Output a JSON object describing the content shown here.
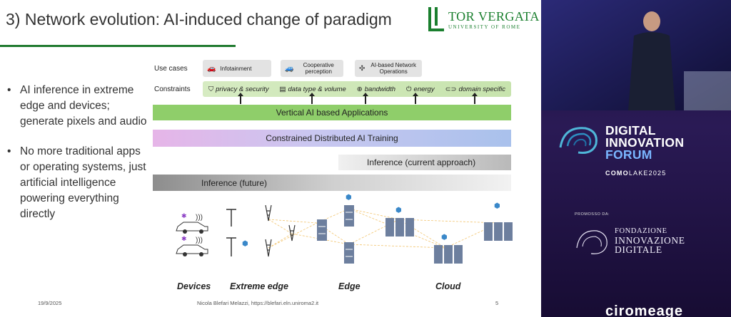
{
  "slide": {
    "title": "3) Network evolution: AI-induced change of paradigm",
    "logo": {
      "name": "TOR VERGATA",
      "subtitle": "UNIVERSITY OF ROME"
    },
    "bullets": [
      "AI inference in extreme edge and devices; generate pixels and audio",
      "No more traditional apps or operating systems, just artificial intelligence powering everything directly"
    ],
    "diagram": {
      "use_cases_label": "Use cases",
      "use_cases": [
        {
          "label": "Infotainment",
          "icon": "car-icon"
        },
        {
          "label": "Cooperative perception",
          "icon": "cars-icon"
        },
        {
          "label": "AI-based Network Operations",
          "icon": "network-icon"
        }
      ],
      "constraints_label": "Constraints",
      "constraints": [
        {
          "label": "privacy & security",
          "icon": "shield-icon"
        },
        {
          "label": "data type & volume",
          "icon": "document-icon"
        },
        {
          "label": "bandwidth",
          "icon": "globe-icon"
        },
        {
          "label": "energy",
          "icon": "power-icon"
        },
        {
          "label": "domain specific",
          "icon": "car-icon"
        }
      ],
      "bands": {
        "vertical": "Vertical AI based Applications",
        "training": "Constrained Distributed AI Training",
        "inference_current": "Inference (current approach)",
        "inference_future": "Inference (future)"
      },
      "tiers": [
        "Devices",
        "Extreme edge",
        "Edge",
        "Cloud"
      ]
    },
    "footer": {
      "date": "19/9/2025",
      "author": "Nicola Blefari Melazzi, https://blefari.eln.uniroma2.it",
      "page": "5"
    }
  },
  "sidebar": {
    "event_line1": "DIGITAL",
    "event_line2": "INNOVATION",
    "event_line3": "FORUM",
    "como_bold": "COMO",
    "como_rest": "LAKE2025",
    "promoted_by": "PROMOSSO DA:",
    "foundation_line1": "FONDAZIONE",
    "foundation_line2": "INNOVAZIONE",
    "foundation_line3": "DIGITALE",
    "bottom_brand": "ciromeage"
  },
  "colors": {
    "title_rule": "#1f7a2e",
    "vertical_band": "#8fce6a",
    "constraints_band": "#c7e3ad",
    "sidebar_bg": "#1d1240",
    "forum_accent": "#7ab6ff"
  }
}
